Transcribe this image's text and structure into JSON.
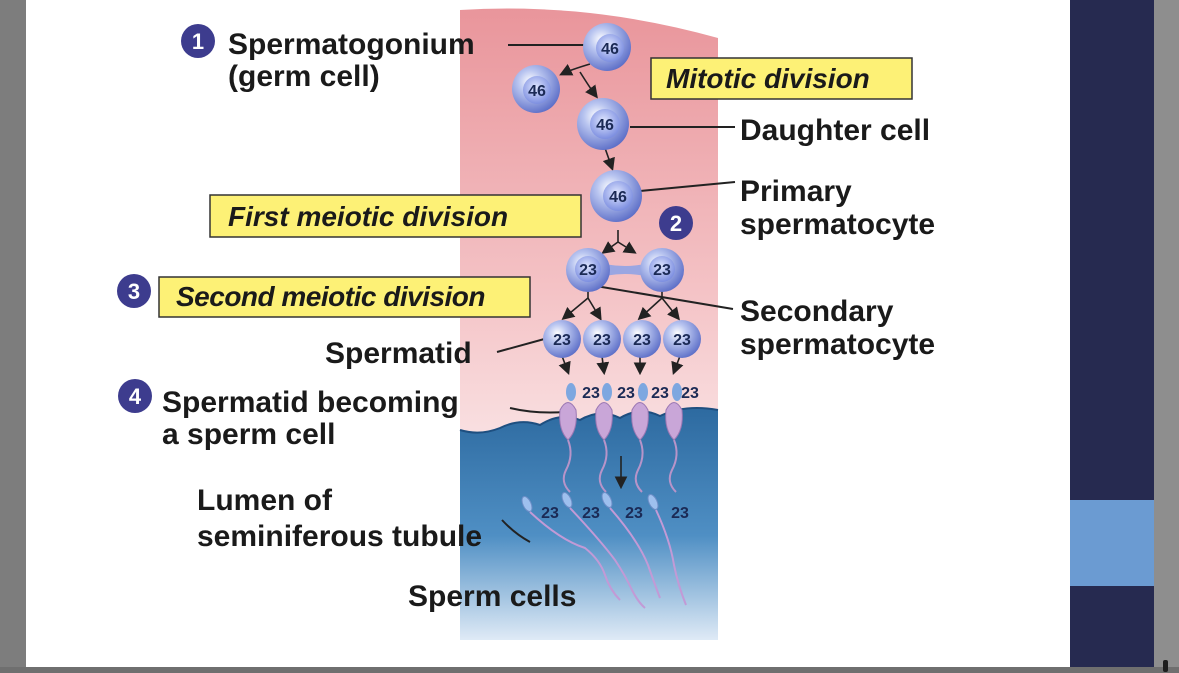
{
  "labels": {
    "spermatogonium": "Spermatogonium",
    "germ_cell": "(germ cell)",
    "mitotic_division": "Mitotic division",
    "daughter_cell": "Daughter cell",
    "primary": "Primary",
    "spermatocyte": "spermatocyte",
    "first_meiotic_division": "First meiotic division",
    "second_meiotic_division": "Second meiotic division",
    "secondary": "Secondary",
    "spermatocyte_2": "spermatocyte",
    "spermatid": "Spermatid",
    "spermatid_becoming": "Spermatid becoming",
    "a_sperm_cell": "a sperm cell",
    "lumen_of": "Lumen of",
    "seminiferous_tubule": "seminiferous tubule",
    "sperm_cells": "Sperm cells"
  },
  "steps": [
    "1",
    "2",
    "3",
    "4"
  ],
  "chromosome_counts": {
    "spermatogonium": "46",
    "side_cell": "46",
    "daughter": "46",
    "primary": "46",
    "secondary": [
      "23",
      "23"
    ],
    "spermatids": [
      "23",
      "23",
      "23",
      "23"
    ],
    "becoming": [
      "23",
      "23",
      "23",
      "23"
    ],
    "sperm": [
      "23",
      "23",
      "23",
      "23"
    ]
  },
  "colors": {
    "tubule_wall": "#eea8ad",
    "lumen": "#2f6fa3",
    "highlight_box": "#fdf176",
    "step_badge": "#3d3c8e",
    "navy": "#262a50",
    "accent_blue": "#6b9bd2"
  }
}
